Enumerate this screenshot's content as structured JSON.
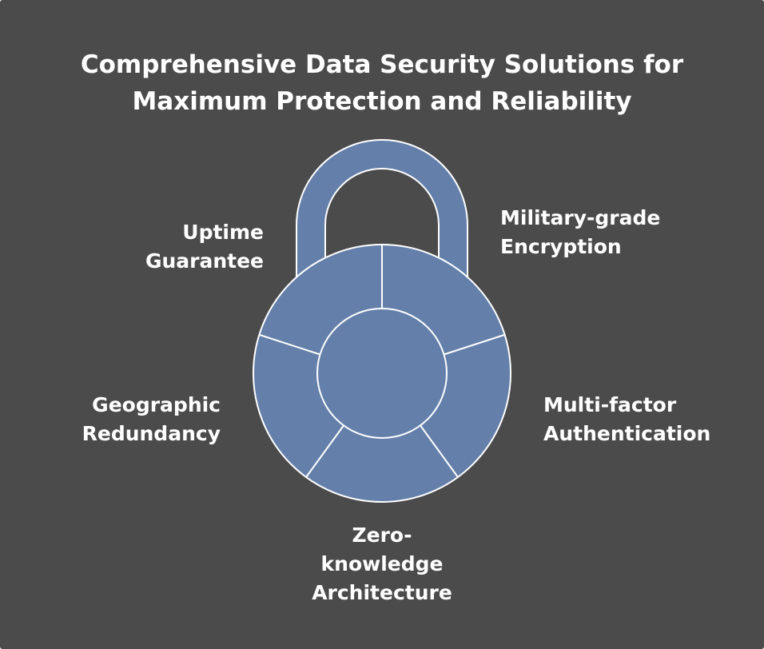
{
  "title": {
    "line1": "Comprehensive Data Security Solutions for",
    "line2": "Maximum Protection and Reliability"
  },
  "labels": {
    "uptime": {
      "line1": "Uptime",
      "line2": "Guarantee"
    },
    "encryption": {
      "line1": "Military-grade",
      "line2": "Encryption"
    },
    "geographic": {
      "line1": "Geographic",
      "line2": "Redundancy"
    },
    "multifactor": {
      "line1": "Multi-factor",
      "line2": "Authentication"
    },
    "zeroknowledge": {
      "line1": "Zero-",
      "line2": "knowledge",
      "line3": "Architecture"
    }
  },
  "colors": {
    "background": "#4b4b4b",
    "lock_fill": "#6480aa",
    "lock_stroke": "#ffffff",
    "text": "#ffffff"
  },
  "icon": "padlock-icon"
}
